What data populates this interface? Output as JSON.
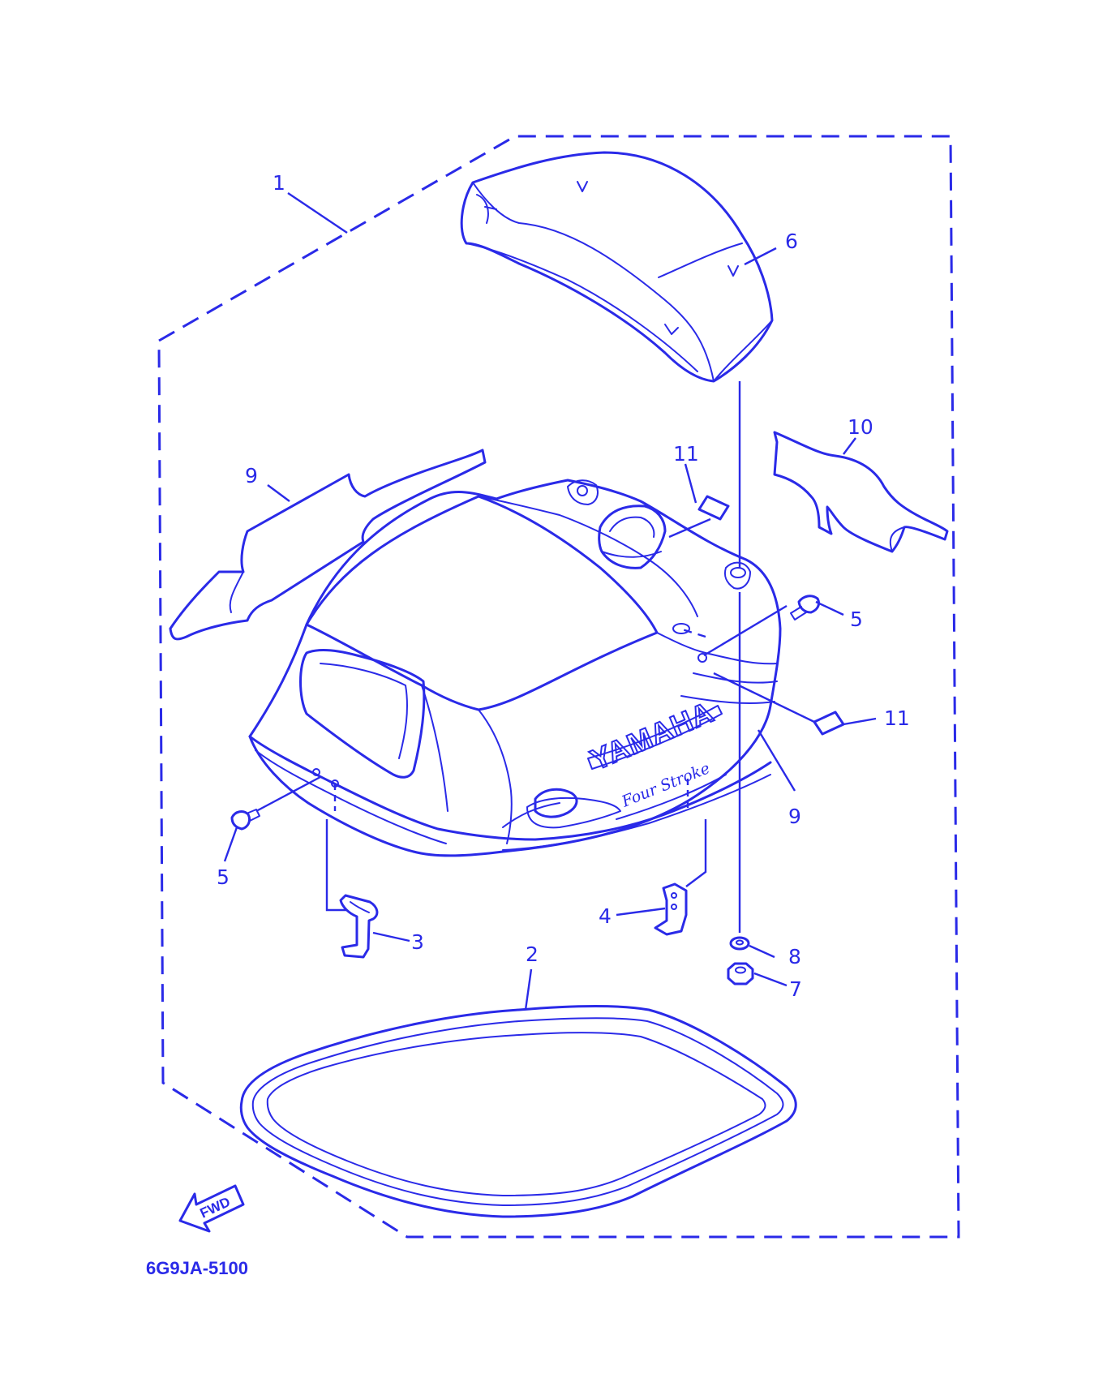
{
  "callouts": {
    "c1": "1",
    "c2": "2",
    "c3": "3",
    "c4": "4",
    "c5a": "5",
    "c5b": "5",
    "c6": "6",
    "c7": "7",
    "c8": "8",
    "c9a": "9",
    "c9b": "9",
    "c10": "10",
    "c11a": "11",
    "c11b": "11"
  },
  "cowl": {
    "brand": "YAMAHA",
    "model": "Four Stroke"
  },
  "direction_label": "FWD",
  "diagram_code": "6G9JA-5100",
  "color": "#2a2ae8"
}
